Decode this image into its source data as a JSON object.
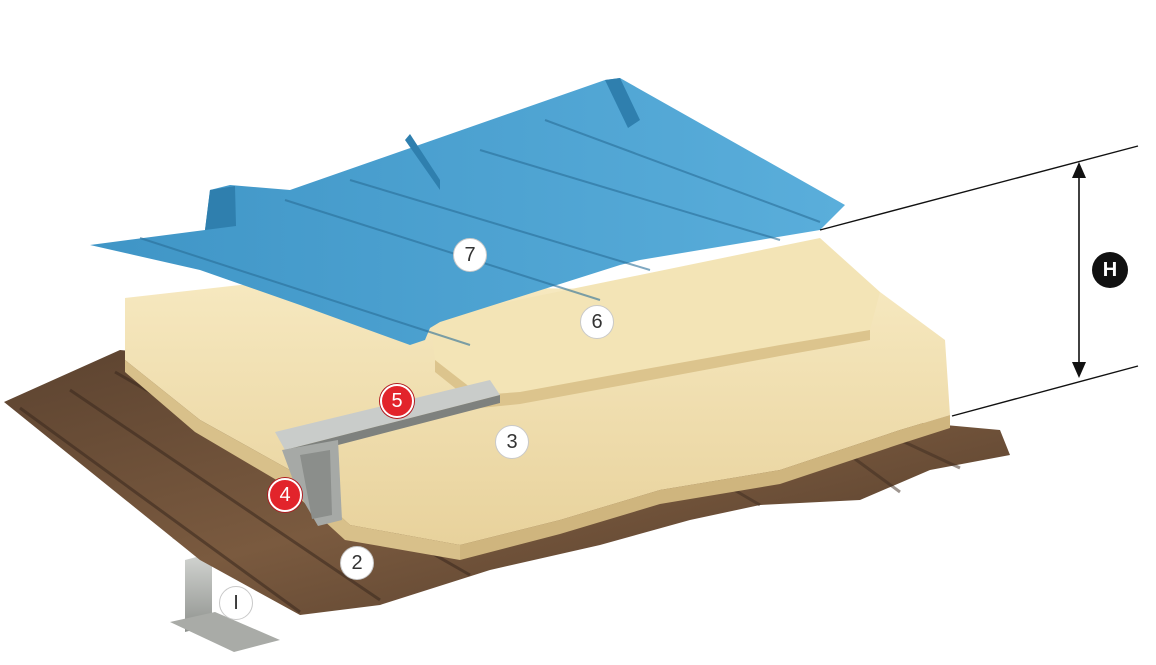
{
  "callouts": {
    "c1": "I",
    "c2": "2",
    "c3": "3",
    "c4": "4",
    "c5": "5",
    "c6": "6",
    "c7": "7",
    "height": "H"
  },
  "colors": {
    "sheet_blue": "#4a9fcf",
    "sheet_blue_dark": "#2f7fae",
    "insulation": "#f1dfb0",
    "insulation_shadow": "#d8c08a",
    "deck_rust": "#6b4a33",
    "beam_steel": "#b5b7b4",
    "callout_red": "#e2242b"
  }
}
